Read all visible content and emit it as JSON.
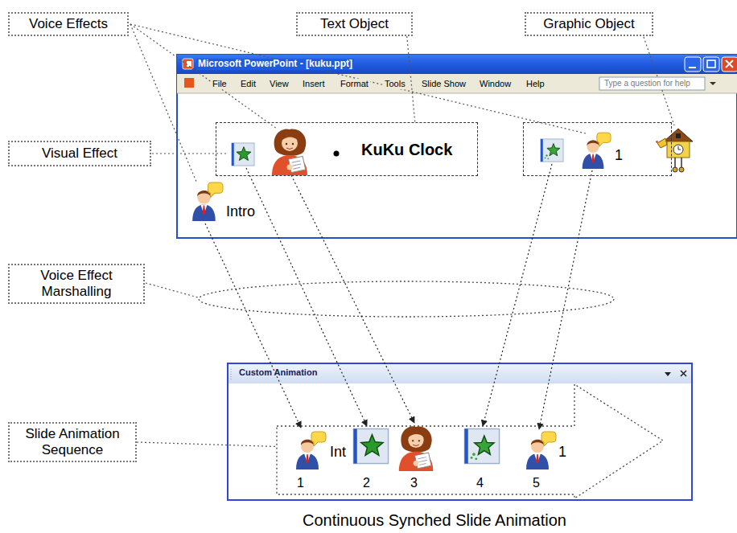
{
  "diagram": {
    "caption": "Continuous Synched Slide Animation",
    "nodes": [
      {
        "text": [
          "Voice Effects"
        ]
      },
      {
        "text": [
          "Text Object"
        ]
      },
      {
        "text": [
          "Graphic Object"
        ]
      },
      {
        "text": [
          "Microsoft PowerPoint - [kuku.ppt]"
        ]
      },
      {
        "text": [
          "Visual Effect"
        ]
      },
      {
        "text": [
          "KuKu Clock"
        ],
        "in": 3
      },
      {
        "text": [
          "1"
        ],
        "in": 3
      },
      {
        "text": [
          "Voice Effect Marshalling"
        ]
      },
      {
        "text": [
          "Slide Animation Sequence"
        ]
      },
      {
        "text": [
          "Custom Animation"
        ]
      },
      {
        "text": [
          "Int",
          "1"
        ],
        "in": 9
      }
    ],
    "edges": [
      {
        "from": 1,
        "to": 5,
        "arrow": "none"
      },
      {
        "from": 8,
        "to": 10,
        "arrow": "none"
      }
    ],
    "labels": [
      "File",
      "Edit",
      "View",
      "Insert",
      "Format",
      "Tools",
      "Slide Show",
      "Window",
      "Help",
      "Type a question for help",
      "Intro",
      "1",
      "2",
      "3",
      "4",
      "5"
    ]
  }
}
